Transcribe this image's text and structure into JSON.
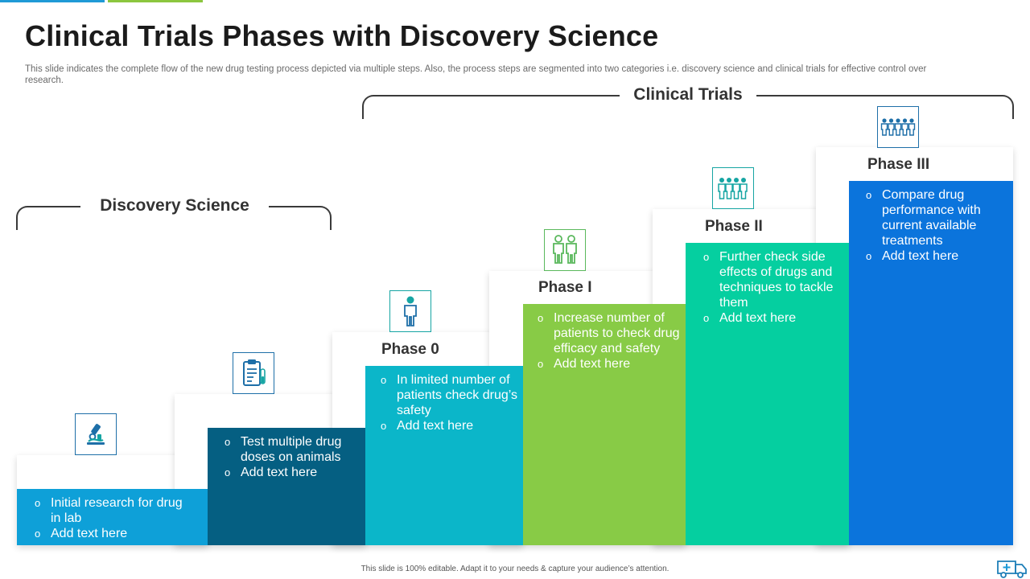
{
  "header": {
    "title": "Clinical Trials Phases with Discovery Science",
    "subtitle": "This slide indicates the complete flow of the new drug testing process depicted via multiple steps. Also, the process steps are segmented into two categories i.e. discovery science and clinical trials for effective control over research."
  },
  "groups": {
    "discovery": "Discovery  Science",
    "clinical": "Clinical Trials"
  },
  "colors": {
    "col1": "#0ea0d8",
    "col2": "#055f82",
    "col3": "#0bb6c9",
    "col4": "#88cb46",
    "col5": "#05cfa0",
    "col6": "#0b74dc",
    "icon_blue": "#1e6fa8",
    "icon_teal": "#16a5a3",
    "icon_green": "#5ab85c",
    "accent_bar_blue": "#1f9ad6",
    "accent_bar_green": "#8cc63f"
  },
  "columns": [
    {
      "icon": "microscope-icon",
      "bullets": [
        "Initial research for drug in lab",
        "Add text here"
      ]
    },
    {
      "icon": "clipboard-test-tube-icon",
      "bullets": [
        "Test multiple drug doses on animals",
        "Add text here"
      ]
    },
    {
      "icon": "single-person-icon",
      "phase": "Phase 0",
      "bullets": [
        "In limited number of patients check drug’s safety",
        "Add text here"
      ]
    },
    {
      "icon": "two-persons-icon",
      "phase": "Phase I",
      "bullets": [
        "Increase number of patients to check drug efficacy and safety",
        "Add text here"
      ]
    },
    {
      "icon": "four-persons-icon",
      "phase": "Phase II",
      "bullets": [
        "Further check side effects of drugs and techniques to tackle them",
        "Add text here"
      ]
    },
    {
      "icon": "five-persons-icon",
      "phase": "Phase III",
      "bullets": [
        "Compare drug performance with current available treatments",
        "Add text here"
      ]
    }
  ],
  "footer": {
    "note": "This slide is 100% editable.  Adapt it to your needs & capture your audience’s attention.",
    "corner_icon": "ambulance-icon"
  }
}
